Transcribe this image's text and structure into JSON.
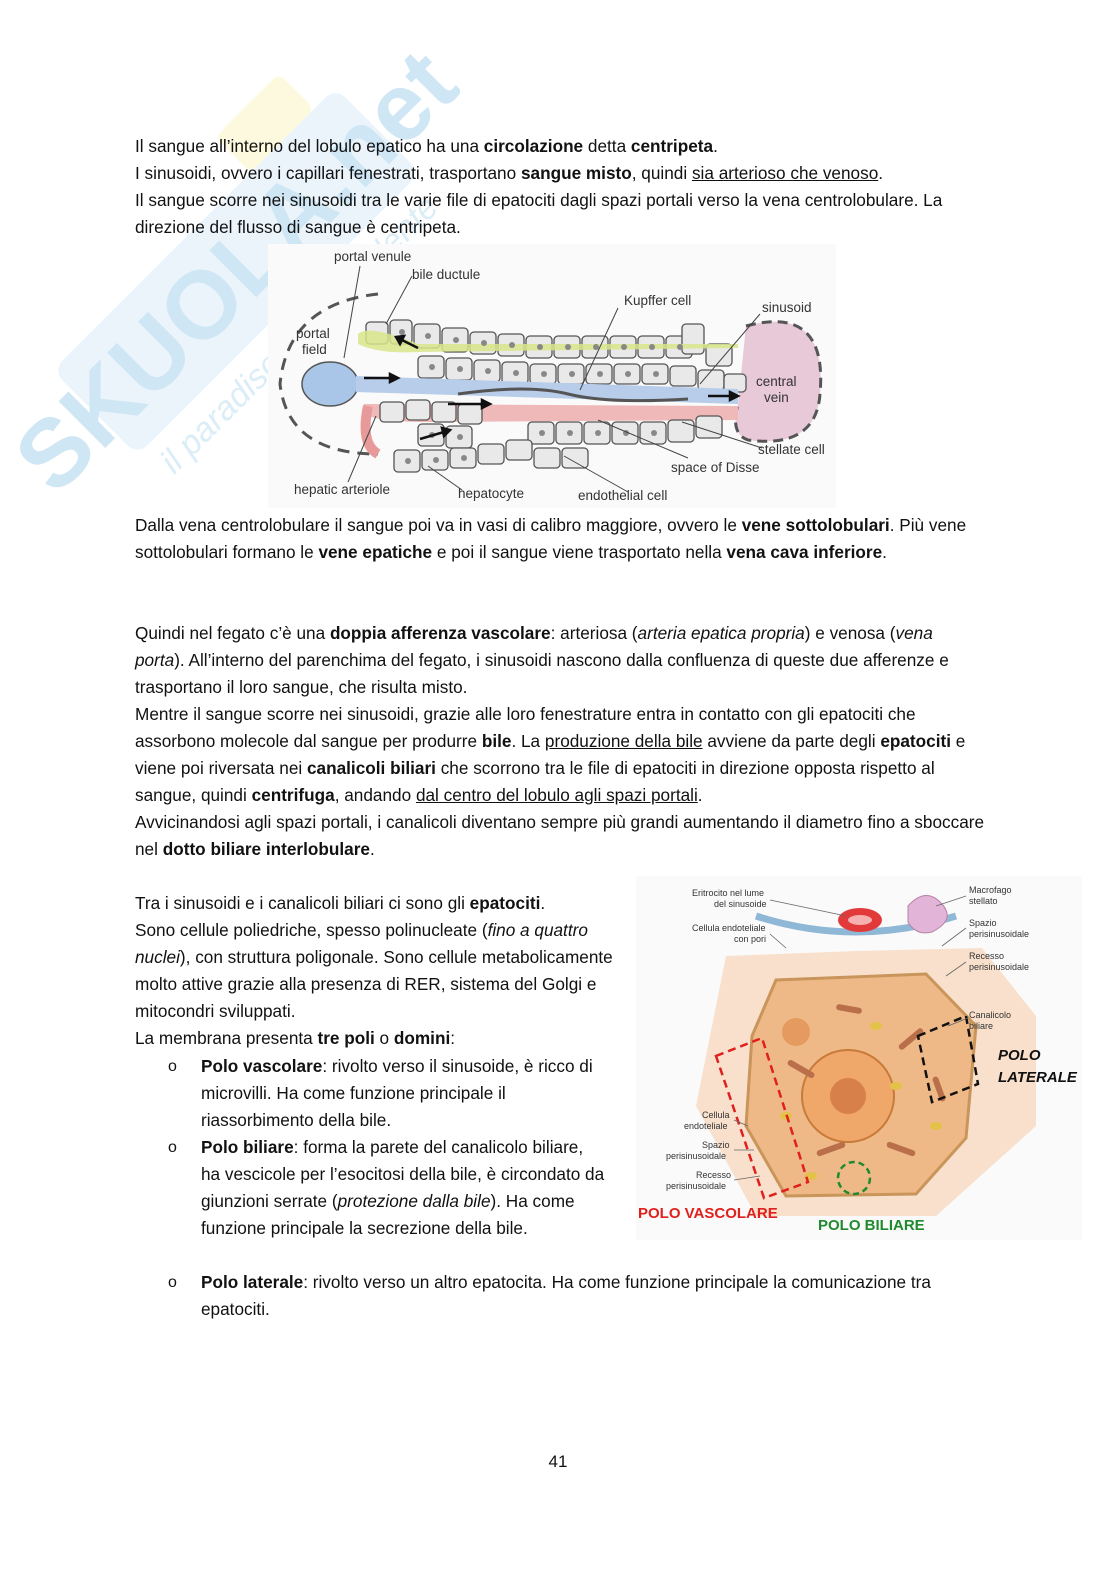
{
  "watermark": {
    "brand": "SKUOLA.net",
    "tagline": "il paradiso dello studente"
  },
  "para1": {
    "l1a": "Il sangue all’interno del lobulo epatico ha una ",
    "l1b": "circolazione",
    "l1c": " detta ",
    "l1d": "centripeta",
    "l1e": ".",
    "l2a": "I sinusoidi, ovvero i capillari fenestrati, trasportano ",
    "l2b": "sangue misto",
    "l2c": ", quindi ",
    "l2d": "sia arterioso che venoso",
    "l2e": ".",
    "l3": "Il sangue scorre nei sinusoidi tra le varie file di epatociti dagli spazi portali verso la vena centrolobulare. La direzione del flusso di sangue è centripeta."
  },
  "figure1": {
    "portal_venule": "portal venule",
    "bile_ductule": "bile ductule",
    "portal_field": "portal\nfield",
    "kupffer": "Kupffer cell",
    "sinusoid": "sinusoid",
    "central_vein": "central\nvein",
    "stellate": "stellate cell",
    "disse": "space of Disse",
    "hepatic_arteriole": "hepatic arteriole",
    "hepatocyte": "hepatocyte",
    "endothelial": "endothelial cell"
  },
  "para2": {
    "a": "Dalla vena centrolobulare il sangue poi va in vasi di calibro maggiore, ovvero le ",
    "b": "vene sottolobulari",
    "c": ". Più vene sottolobulari formano le ",
    "d": "vene epatiche",
    "e": " e poi il sangue viene trasportato nella ",
    "f": "vena cava inferiore",
    "g": "."
  },
  "para3": {
    "a": "Quindi nel fegato c’è una ",
    "b": "doppia afferenza vascolare",
    "c": ": arteriosa (",
    "d": "arteria epatica propria",
    "e": ") e venosa (",
    "f": "vena porta",
    "g": "). All’interno del parenchima del fegato, i sinusoidi nascono dalla confluenza di queste due afferenze e trasportano il loro sangue, che risulta misto.",
    "h": "Mentre il sangue scorre nei sinusoidi, grazie alle loro fenestrature entra in contatto con gli epatociti che assorbono molecole dal sangue per produrre ",
    "i": "bile",
    "j": ". La ",
    "k": "produzione della bile",
    "l": " avviene da parte degli ",
    "m": "epatociti",
    "n": " e viene poi riversata nei ",
    "o": "canalicoli biliari",
    "p": " che scorrono tra le file di epatociti in direzione opposta rispetto al sangue, quindi ",
    "q": "centrifuga",
    "r": ", andando ",
    "s": "dal centro del lobulo agli spazi portali",
    "t": ".",
    "u": "Avvicinandosi agli spazi portali, i canalicoli diventano sempre più grandi aumentando il diametro fino a sboccare nel ",
    "v": "dotto biliare interlobulare",
    "w": "."
  },
  "para4": {
    "a": "Tra i sinusoidi e i canalicoli biliari ci sono gli ",
    "b": "epatociti",
    "c": ".",
    "d": "Sono cellule poliedriche, spesso polinucleate (",
    "e": "fino a quattro nuclei",
    "f": "), con struttura poligonale. Sono cellule metabolicamente molto attive grazie alla presenza di RER, sistema del Golgi e mitocondri sviluppati.",
    "g": "La membrana presenta ",
    "h": "tre poli",
    "i": " o ",
    "j": "domini",
    "k": ":"
  },
  "bullets": [
    {
      "marker": "o",
      "title": "Polo vascolare",
      "text": ": rivolto verso il sinusoide, è ricco di microvilli. Ha come funzione principale il riassorbimento della bile."
    },
    {
      "marker": "o",
      "title": "Polo biliare",
      "text_a": ": forma la parete del canalicolo biliare, ha vescicole per l’esocitosi della bile, è circondato da giunzioni serrate (",
      "text_b": "protezione dalla bile",
      "text_c": "). Ha come funzione principale la secrezione della bile."
    },
    {
      "marker": "o",
      "title": "Polo laterale",
      "text": ": rivolto verso un altro epatocita. Ha come funzione principale la comunicazione tra epatociti."
    }
  ],
  "figure2": {
    "eritrocito": "Eritrocito nel lume\ndel sinusoide",
    "cellula_endo_top": "Cellula endoteliale\ncon pori",
    "macrofago": "Macrofago\nstellato",
    "spazio_top": "Spazio\nperisinusoidale",
    "recesso_top": "Recesso\nperisinusoidale",
    "canalicolo": "Canalicolo\nbiliare",
    "polo_laterale": "POLO\nLATERALE",
    "cellula_endo_left": "Cellula\nendoteliale",
    "spazio_left": "Spazio\nperisinusoidale",
    "recesso_left": "Recesso\nperisinusoidale",
    "polo_vascolare": "POLO VASCOLARE",
    "polo_biliare": "POLO BILIARE",
    "colors": {
      "vascolare": "#e0201c",
      "biliare": "#1f8a2e",
      "laterale": "#111111"
    }
  },
  "page_number": "41"
}
